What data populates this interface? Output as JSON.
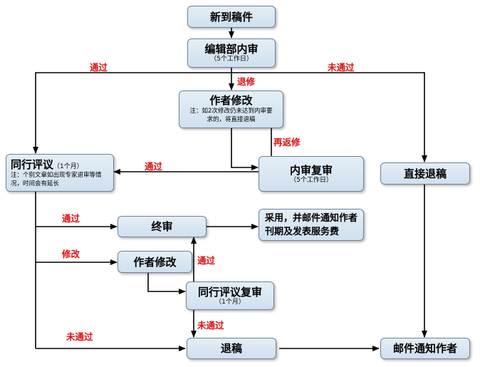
{
  "nodes": {
    "new_manuscript": {
      "title": "新到稿件"
    },
    "editorial_review": {
      "title": "编辑部内审",
      "sub": "（5个工作日）"
    },
    "author_revise_1": {
      "title": "作者修改",
      "note": "注：如2次修改仍未达到内审要求的，将直接退稿"
    },
    "peer_review": {
      "title": "同行评议",
      "title_suffix": "（1个月）",
      "note": "注：个别文章如出现专家退审等情况，时间会有延长"
    },
    "internal_re_review": {
      "title": "内审复审",
      "sub": "（5个工作日）"
    },
    "direct_reject": {
      "title": "直接退稿"
    },
    "final_review": {
      "title": "终审"
    },
    "accept": {
      "title": "采用，并邮件通知作者刊期及发表服务费"
    },
    "author_revise_2": {
      "title": "作者修改"
    },
    "peer_re_review": {
      "title": "同行评议复审",
      "sub": "（1个月）"
    },
    "reject": {
      "title": "退稿"
    },
    "notify_author": {
      "title": "邮件通知作者"
    }
  },
  "edge_labels": {
    "pass_top": "通过",
    "fail_top": "未通过",
    "return_revise": "退修",
    "return_again": "再返修",
    "pass_mid": "通过",
    "pass_final": "通过",
    "revise": "修改",
    "pass_up": "通过",
    "fail_down": "未通过",
    "fail_left": "未通过"
  },
  "colors": {
    "box_fill": "#d6e5f2",
    "box_border": "#6d8296",
    "label": "#d91010",
    "arrow": "#000000"
  }
}
